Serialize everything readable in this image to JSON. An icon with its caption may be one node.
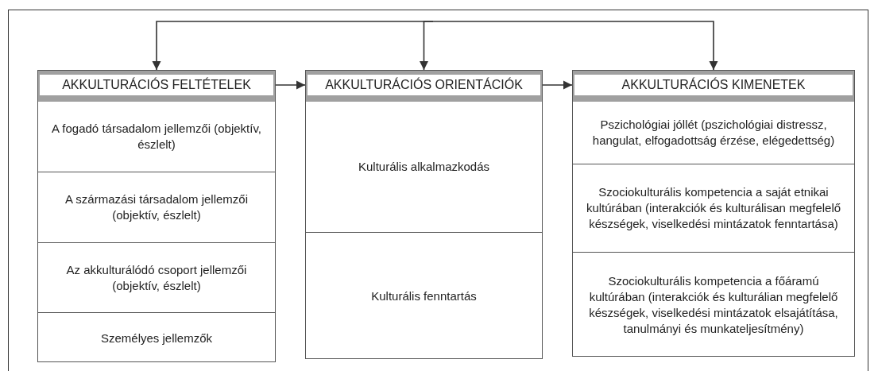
{
  "diagram": {
    "nodes": [
      {
        "text": [
          "AKKULTURÁCIÓS FELTÉTELEK"
        ]
      },
      {
        "text": [
          "A fogadó társadalom jellemzői (objektív, észlelt)"
        ],
        "in": 0
      },
      {
        "text": [
          "A származási társadalom jellemzői (objektív, észlelt)"
        ],
        "in": 0
      },
      {
        "text": [
          "Az akkulturálódó csoport jellemzői (objektív, észlelt)"
        ],
        "in": 0
      },
      {
        "text": [
          "Személyes jellemzők"
        ],
        "in": 0
      },
      {
        "text": [
          "AKKULTURÁCIÓS ORIENTÁCIÓK"
        ]
      },
      {
        "text": [
          "Kulturális alkalmazkodás"
        ],
        "in": 5
      },
      {
        "text": [
          "Kulturális fenntartás"
        ],
        "in": 5
      },
      {
        "text": [
          "AKKULTURÁCIÓS KIMENETEK"
        ]
      },
      {
        "text": [
          "Pszichológiai jóllét (pszichológiai distressz, hangulat, elfogadottság érzése, elégedettség)"
        ],
        "in": 8
      },
      {
        "text": [
          "Szociokulturális kompetencia a saját etnikai kultúrában (interakciók és kulturálisan megfelelő készségek, viselkedési mintázatok fenntartása)"
        ],
        "in": 8
      },
      {
        "text": [
          "Szociokulturális kompetencia a főáramú kultúrában (interakciók és kulturálian megfelelő készségek, viselkedési mintázatok elsajátítása, tanulmányi és munkateljesítmény)"
        ],
        "in": 8
      }
    ],
    "edges": [
      {
        "from": null,
        "to": 0,
        "arrow": "to"
      },
      {
        "from": null,
        "to": 5,
        "arrow": "to"
      },
      {
        "from": null,
        "to": 8,
        "arrow": "to"
      },
      {
        "from": 0,
        "to": 5,
        "arrow": "to"
      },
      {
        "from": 5,
        "to": 8,
        "arrow": "to"
      }
    ]
  }
}
